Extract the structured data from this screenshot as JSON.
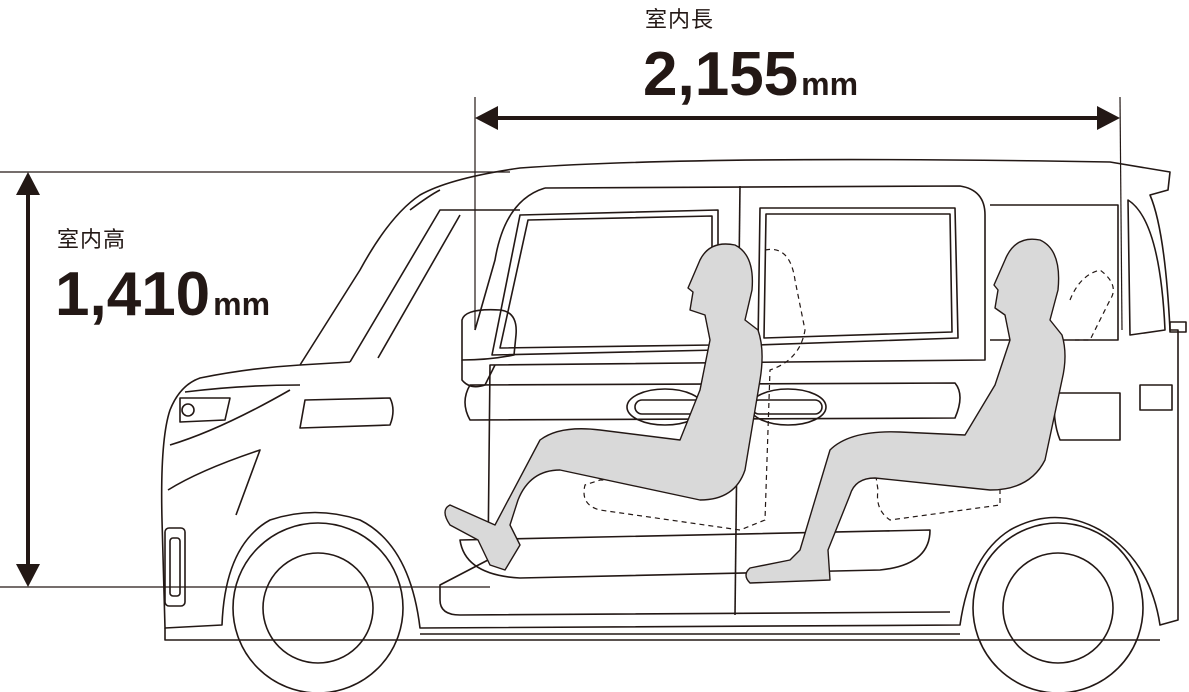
{
  "length": {
    "label": "室内長",
    "value": "2,155",
    "unit": "mm"
  },
  "height": {
    "label": "室内高",
    "value": "1,410",
    "unit": "mm"
  },
  "colors": {
    "line": "#231815",
    "occupant_fill": "#d9d9d9"
  }
}
